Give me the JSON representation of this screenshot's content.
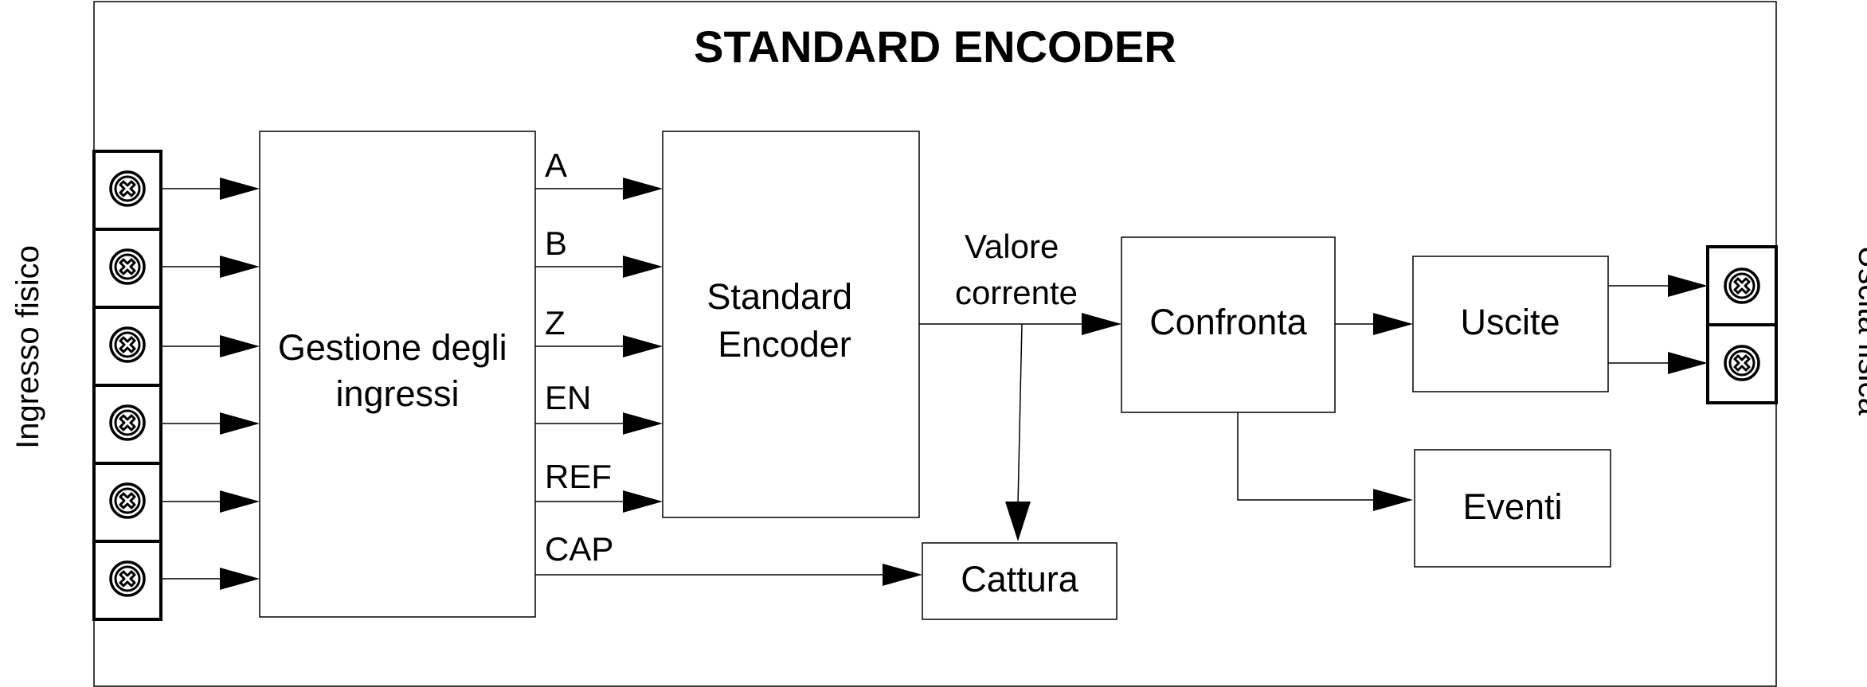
{
  "title": "STANDARD ENCODER",
  "side_labels": {
    "input": "Ingresso fisico",
    "output": "Uscita fisica"
  },
  "blocks": {
    "input_manager": [
      "Gestione degli",
      "ingressi"
    ],
    "encoder": [
      "Standard",
      "Encoder"
    ],
    "compare": "Confronta",
    "outputs": "Uscite",
    "events": "Eventi",
    "capture": "Cattura"
  },
  "signals": [
    "A",
    "B",
    "Z",
    "EN",
    "REF",
    "CAP"
  ],
  "current_value": [
    "Valore",
    "corrente"
  ],
  "terminals": {
    "inputs": 6,
    "outputs": 2
  },
  "colors": {
    "line": "#000000",
    "background": "#ffffff"
  }
}
